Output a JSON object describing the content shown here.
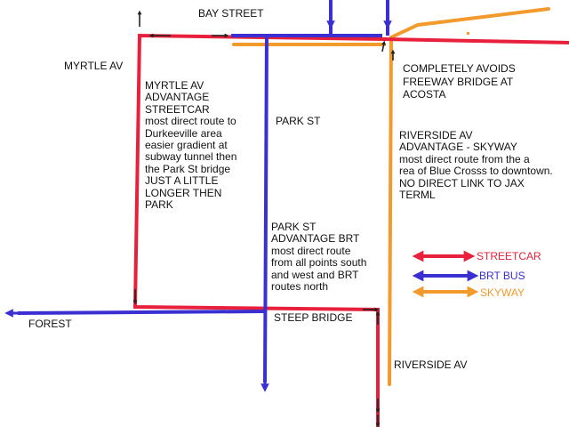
{
  "colors": {
    "streetcar": "#e8203c",
    "brt": "#3a2fd0",
    "skyway": "#f39a2c",
    "text": "#111111"
  },
  "streets": {
    "bay": "BAY STREET",
    "myrtle": "MYRTLE AV",
    "park": "PARK ST",
    "forest": "FOREST",
    "steep_bridge": "STEEP BRIDGE",
    "riverside": "RIVERSIDE  AV"
  },
  "notes": {
    "acosta": [
      "COMPLETELY AVOIDS",
      "FREEWAY BRIDGE AT",
      "ACOSTA"
    ],
    "myrtle": [
      "MYRTLE AV",
      "ADVANTAGE",
      "STREETCAR",
      "most direct route to",
      "Durkeeville area",
      "easier gradient at",
      "subway tunnel then",
      "the Park St bridge",
      "JUST A LITTLE",
      "LONGER THEN",
      "PARK"
    ],
    "riverside": [
      "RIVERSIDE AV",
      "ADVANTAGE - SKYWAY",
      "most direct route from the a",
      "rea of Blue Crosss to downtown.",
      "NO DIRECT LINK TO JAX",
      "TERML"
    ],
    "park": [
      "PARK ST",
      "ADVANTAGE BRT",
      "most direct route",
      "from all points south",
      "and west and BRT",
      "routes north"
    ]
  },
  "legend": {
    "streetcar": "STREETCAR",
    "brt": "BRT BUS",
    "skyway": "SKYWAY"
  }
}
